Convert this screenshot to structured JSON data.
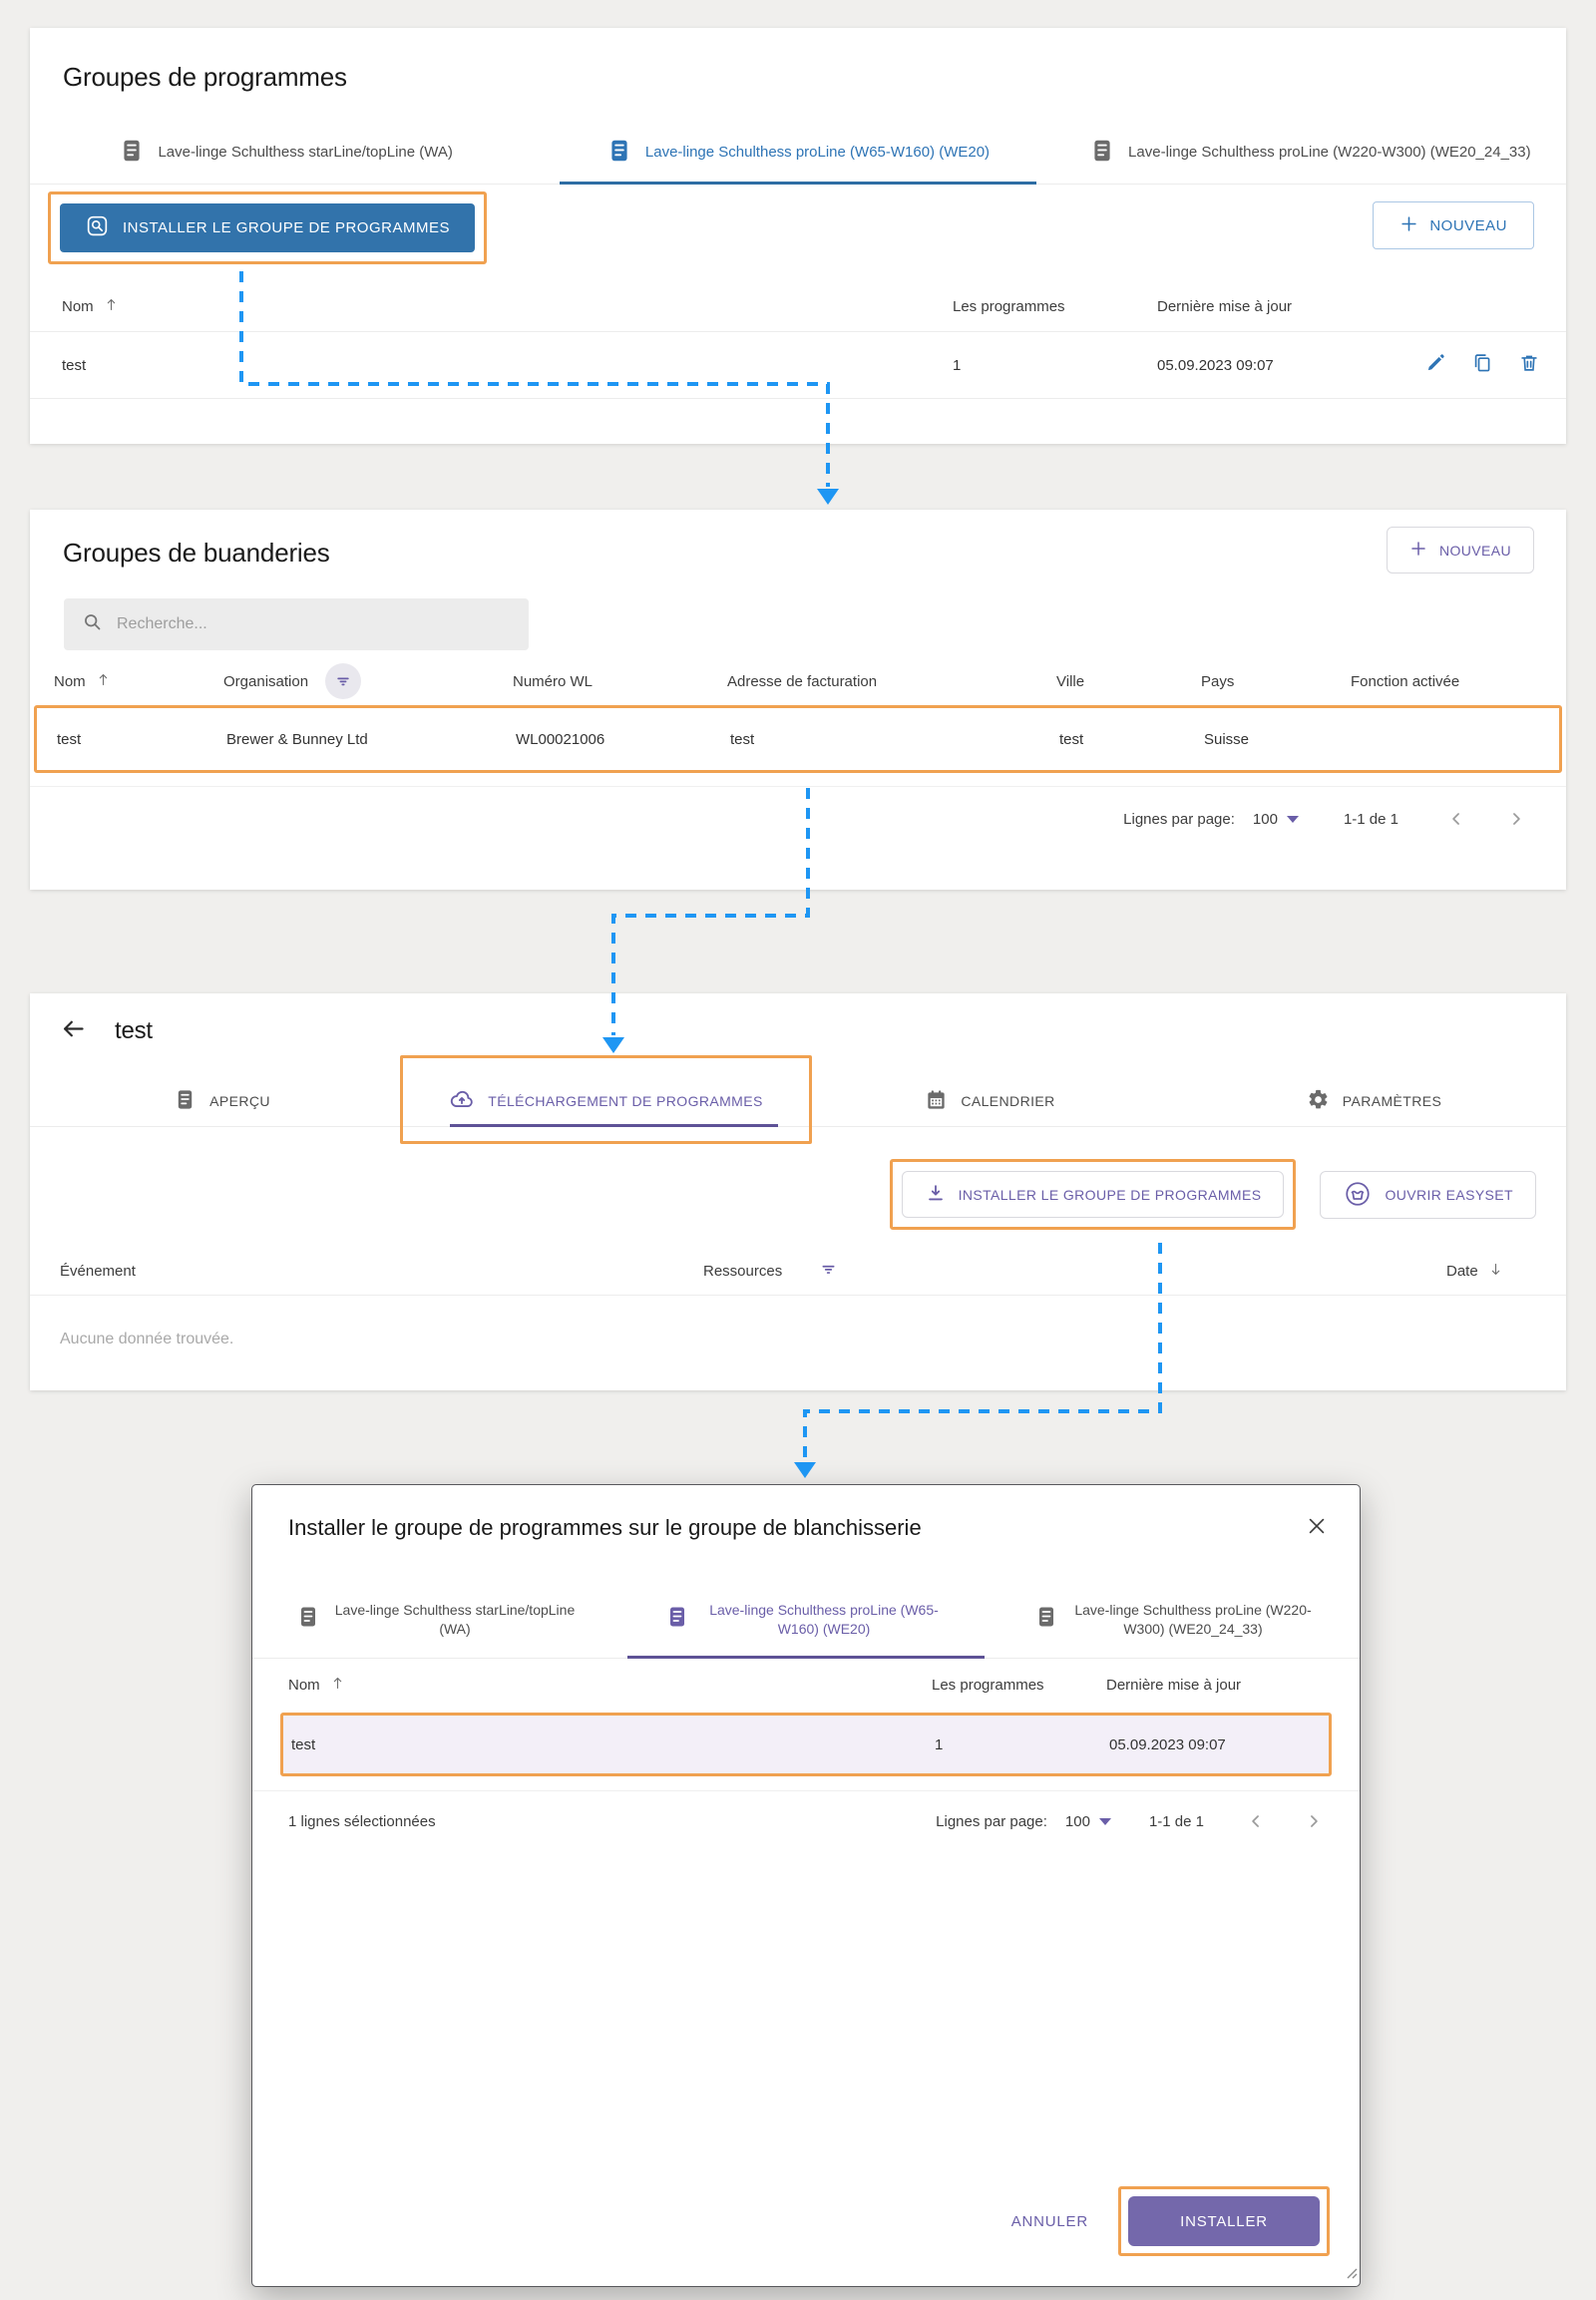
{
  "colors": {
    "accent_blue": "#2e74b5",
    "accent_purple": "#6a5ea8",
    "primary_button_blue": "#3273ab",
    "primary_button_purple": "#7468ab",
    "highlight_orange": "#f0a150",
    "arrow_blue": "#1e96f3",
    "selected_row_bg": "#f3eff8"
  },
  "panel1": {
    "title": "Groupes de programmes",
    "tabs": [
      {
        "label": "Lave-linge Schulthess starLine/topLine (WA)"
      },
      {
        "label": "Lave-linge Schulthess proLine (W65-W160) (WE20)"
      },
      {
        "label": "Lave-linge Schulthess proLine (W220-W300) (WE20_24_33)"
      }
    ],
    "install_button": "INSTALLER LE GROUPE DE PROGRAMMES",
    "new_button": "NOUVEAU",
    "table": {
      "col_nom": "Nom",
      "col_programmes": "Les programmes",
      "col_updated": "Dernière mise à jour",
      "row": {
        "nom": "test",
        "programmes": "1",
        "updated": "05.09.2023 09:07"
      }
    }
  },
  "panel2": {
    "title": "Groupes de buanderies",
    "new_button": "NOUVEAU",
    "search_placeholder": "Recherche...",
    "table": {
      "col_nom": "Nom",
      "col_organisation": "Organisation",
      "col_numero": "Numéro WL",
      "col_adresse": "Adresse de facturation",
      "col_ville": "Ville",
      "col_pays": "Pays",
      "col_fonction": "Fonction activée",
      "row": {
        "nom": "test",
        "organisation": "Brewer & Bunney Ltd",
        "numero": "WL00021006",
        "adresse": "test",
        "ville": "test",
        "pays": "Suisse",
        "fonction": ""
      }
    },
    "pagination": {
      "label": "Lignes par page:",
      "per_page": "100",
      "range": "1-1 de 1"
    }
  },
  "panel3": {
    "title": "test",
    "tabs": [
      {
        "label": "APERÇU"
      },
      {
        "label": "TÉLÉCHARGEMENT DE PROGRAMMES"
      },
      {
        "label": "CALENDRIER"
      },
      {
        "label": "PARAMÈTRES"
      }
    ],
    "install_button": "INSTALLER LE GROUPE DE PROGRAMMES",
    "easyset_button": "OUVRIR EASYSET",
    "table": {
      "col_evenement": "Événement",
      "col_ressources": "Ressources",
      "col_date": "Date"
    },
    "empty_message": "Aucune donnée trouvée."
  },
  "modal": {
    "title": "Installer le groupe de programmes sur le groupe de blanchisserie",
    "tabs": [
      {
        "label": "Lave-linge Schulthess starLine/topLine (WA)"
      },
      {
        "label": "Lave-linge Schulthess proLine (W65-W160) (WE20)"
      },
      {
        "label": "Lave-linge Schulthess proLine (W220-W300) (WE20_24_33)"
      }
    ],
    "table": {
      "col_nom": "Nom",
      "col_programmes": "Les programmes",
      "col_updated": "Dernière mise à jour",
      "row": {
        "nom": "test",
        "programmes": "1",
        "updated": "05.09.2023 09:07"
      }
    },
    "selected_text": "1 lignes sélectionnées",
    "pagination": {
      "label": "Lignes par page:",
      "per_page": "100",
      "range": "1-1 de 1"
    },
    "cancel_button": "ANNULER",
    "install_button": "INSTALLER"
  }
}
